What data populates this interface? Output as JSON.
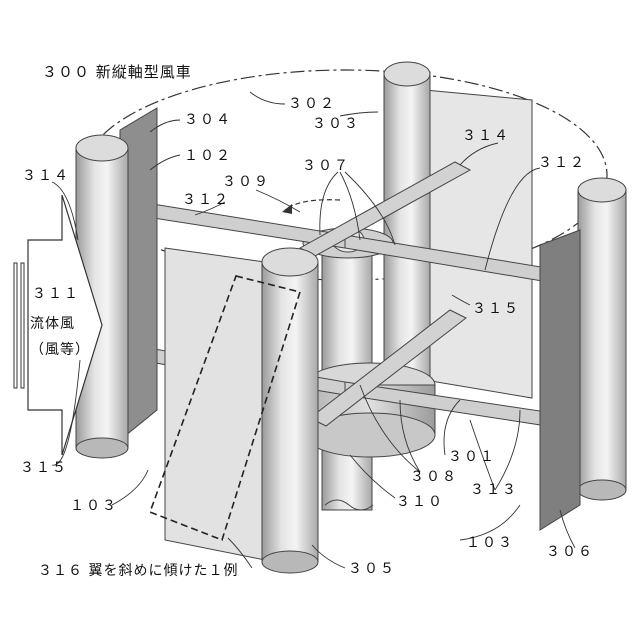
{
  "title": "３００ 新縦軸型風車",
  "caption": "３１６ 翼を斜めに傾けた１例",
  "wind": {
    "code": "３１１",
    "line1": "流体風",
    "line2": "（風等）"
  },
  "labels": {
    "l302": "３０２",
    "l303": "３０３",
    "l304": "３０４",
    "l102": "１０２",
    "l314a": "３１４",
    "l314b": "３１４",
    "l309": "３０９",
    "l307": "３０７",
    "l312a": "３１２",
    "l312b": "３１２",
    "l315a": "３１５",
    "l315b": "３１５",
    "l301": "３０１",
    "l308": "３０８",
    "l310": "３１０",
    "l313": "３１３",
    "l103a": "１０３",
    "l103b": "１０３",
    "l305": "３０５",
    "l306": "３０６"
  }
}
